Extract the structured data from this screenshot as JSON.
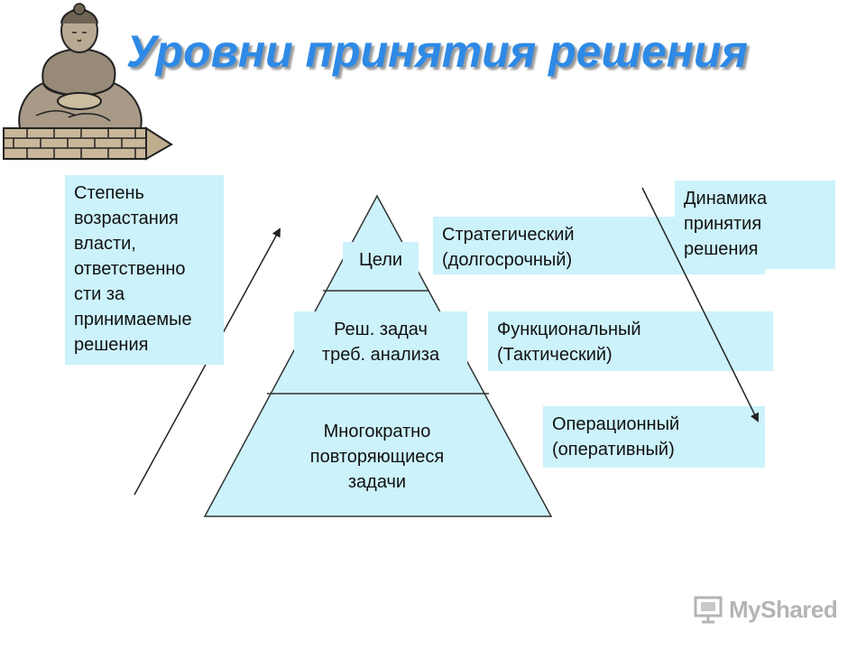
{
  "title": "Уровни принятия решения",
  "left_note": "Степень\nвозрастания\nвласти,\nответственно\nсти за\nпринимаемые\nрешения",
  "right_note": "Динамика\nпринятия\nрешения",
  "pyramid": {
    "top": "Цели",
    "middle": "Реш. задач\nтреб. анализа",
    "bottom": "Многократно\nповторяющиеся\nзадачи"
  },
  "levels": {
    "strategic": "Стратегический\n(долгосрочный)",
    "functional": "Функциональный\n(Тактический)",
    "operational": "Операционный\n(оперативный)"
  },
  "watermark": "MyShared",
  "colors": {
    "title": "#2e8ae6",
    "box_fill": "#ccf2fb",
    "pyramid_fill": "#ccf2fb",
    "line": "#222222"
  },
  "icons": [
    "buddha-statue-illustration",
    "presentation-icon"
  ]
}
